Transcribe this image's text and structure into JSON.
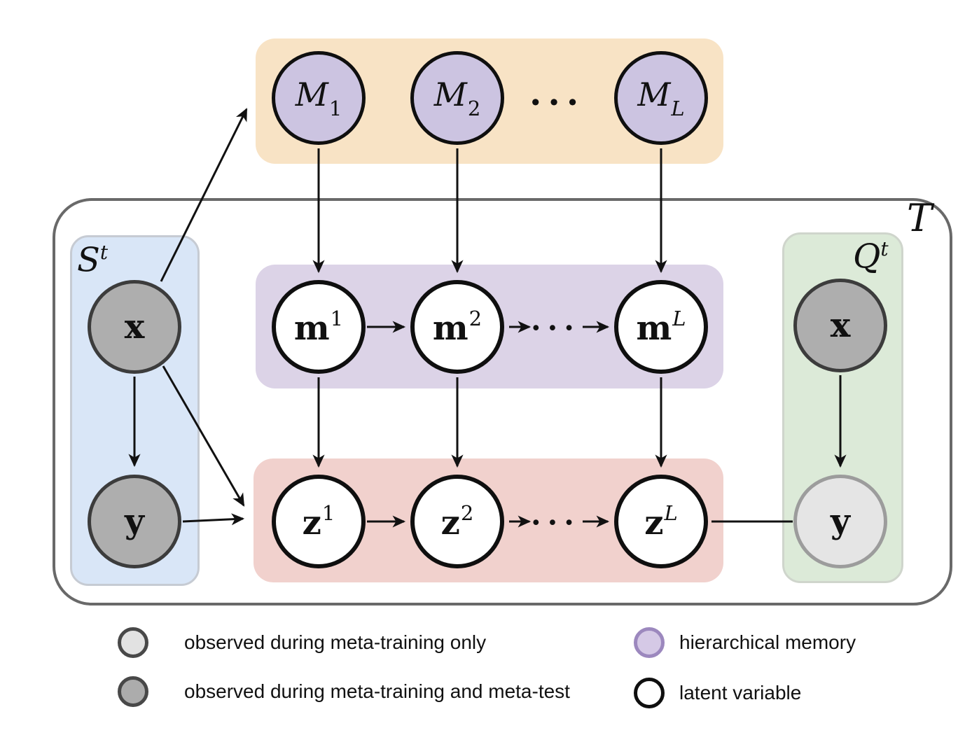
{
  "plates": {
    "task": {
      "label": "T"
    },
    "support": {
      "main": "S",
      "sup": "t",
      "supStyle": "it"
    },
    "query": {
      "main": "Q",
      "sup": "t",
      "supStyle": "it"
    }
  },
  "nodes": {
    "M1": {
      "main": "M",
      "sub": "1",
      "subStyle": "up"
    },
    "M2": {
      "main": "M",
      "sub": "2",
      "subStyle": "up"
    },
    "ML": {
      "main": "M",
      "sub": "L",
      "subStyle": "it"
    },
    "m1": {
      "main": "m",
      "sup": "1",
      "supStyle": "up"
    },
    "m2": {
      "main": "m",
      "sup": "2",
      "supStyle": "up"
    },
    "mL": {
      "main": "m",
      "sup": "L",
      "supStyle": "it"
    },
    "z1": {
      "main": "z",
      "sup": "1",
      "supStyle": "up"
    },
    "z2": {
      "main": "z",
      "sup": "2",
      "supStyle": "up"
    },
    "zL": {
      "main": "z",
      "sup": "L",
      "supStyle": "it"
    },
    "x_support": {
      "main": "x"
    },
    "y_support": {
      "main": "y"
    },
    "x_query": {
      "main": "x"
    },
    "y_query": {
      "main": "y"
    }
  },
  "dots": {
    "memory_row": "···",
    "state_row": "···",
    "latent_row": "···"
  },
  "legend": {
    "items": [
      {
        "id": "observed-light",
        "label": "observed during meta-training only"
      },
      {
        "id": "observed",
        "label": "observed during meta-training and meta-test"
      },
      {
        "id": "hierarchical-memory",
        "label": "hierarchical memory"
      },
      {
        "id": "latent-variable",
        "label": "latent variable"
      }
    ]
  },
  "edges": [
    {
      "from": "x_support",
      "to": "memory-band",
      "arrow": true
    },
    {
      "from": "M1",
      "to": "m1",
      "arrow": true
    },
    {
      "from": "M2",
      "to": "m2",
      "arrow": true
    },
    {
      "from": "ML",
      "to": "mL",
      "arrow": true
    },
    {
      "from": "m1",
      "to": "m2",
      "arrow": true
    },
    {
      "from": "m2",
      "to": "ellipsis",
      "arrow": true
    },
    {
      "from": "ellipsis",
      "to": "mL",
      "arrow": true
    },
    {
      "from": "m1",
      "to": "z1",
      "arrow": true
    },
    {
      "from": "m2",
      "to": "z2",
      "arrow": true
    },
    {
      "from": "mL",
      "to": "zL",
      "arrow": true
    },
    {
      "from": "z1",
      "to": "z2",
      "arrow": true
    },
    {
      "from": "z2",
      "to": "ellipsis",
      "arrow": true
    },
    {
      "from": "ellipsis",
      "to": "zL",
      "arrow": true
    },
    {
      "from": "x_support",
      "to": "y_support",
      "arrow": true
    },
    {
      "from": "x_support",
      "to": "z1",
      "arrow": true
    },
    {
      "from": "y_support",
      "to": "z1",
      "arrow": true
    },
    {
      "from": "zL",
      "to": "y_query",
      "arrow": false
    },
    {
      "from": "x_query",
      "to": "y_query",
      "arrow": true
    }
  ],
  "colors": {
    "memory_band": "#f8e3c5",
    "state_band": "#dcd3e7",
    "latent_band": "#f1d1cd",
    "support_panel": "#d9e6f7",
    "query_panel": "#dcead8",
    "memory_node_fill": "#ccc4e1",
    "memory_node_border_legend": "#9c88be",
    "observed_fill": "#aeaeae",
    "observed_light_fill": "#e5e5e5",
    "latent_fill": "#ffffff",
    "edge_color": "#111111",
    "outer_plate_border": "#696969"
  }
}
